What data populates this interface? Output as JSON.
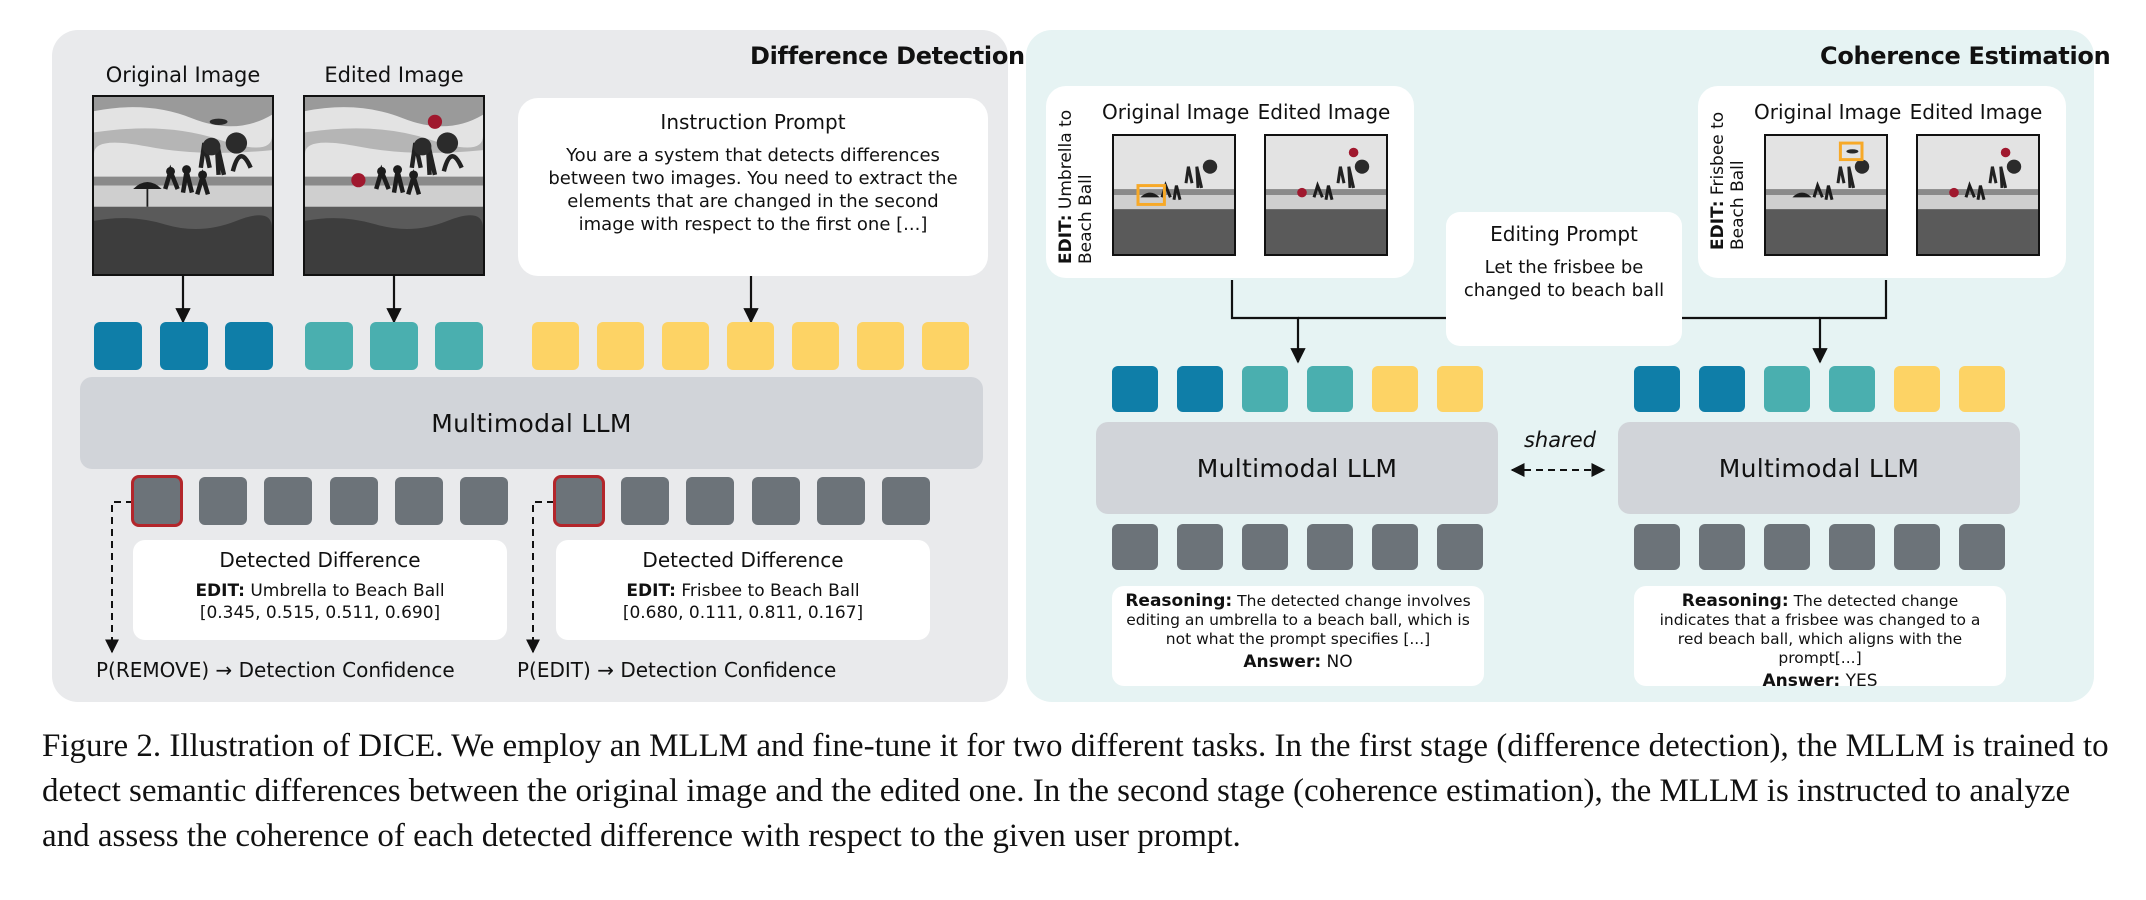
{
  "left_panel": {
    "title": "Difference Detection",
    "original_label": "Original Image",
    "edited_label": "Edited Image",
    "instruction": {
      "title": "Instruction Prompt",
      "text": "You are a system that detects differences between two images. You need to extract the elements that are changed in the second image with respect to the first one [...]"
    },
    "llm_label": "Multimodal LLM",
    "detections": [
      {
        "title": "Detected Difference",
        "edit_prefix": "EDIT:",
        "edit_text": "Umbrella to Beach Ball",
        "bbox": "[0.345, 0.515, 0.511, 0.690]",
        "prob": "P(REMOVE)",
        "arrow": "→",
        "conf": "Detection Confidence"
      },
      {
        "title": "Detected Difference",
        "edit_prefix": "EDIT:",
        "edit_text": "Frisbee to Beach Ball",
        "bbox": "[0.680, 0.111, 0.811, 0.167]",
        "prob": "P(EDIT)",
        "arrow": "→",
        "conf": "Detection Confidence"
      }
    ]
  },
  "right_panel": {
    "title": "Coherence Estimation",
    "original_label": "Original Image",
    "edited_label": "Edited Image",
    "edit_a_prefix": "EDIT:",
    "edit_a_text_line1": "Umbrella to",
    "edit_a_text_line2": "Beach Ball",
    "edit_b_prefix": "EDIT:",
    "edit_b_text_line1": "Frisbee to",
    "edit_b_text_line2": "Beach Ball",
    "editing_prompt": {
      "title": "Editing Prompt",
      "text": "Let the frisbee be changed to beach ball"
    },
    "llm_label": "Multimodal LLM",
    "shared_label": "shared",
    "results": [
      {
        "reasoning_prefix": "Reasoning:",
        "reasoning": "The detected change involves editing an umbrella to a beach ball, which is not what the prompt specifies [...]",
        "answer_prefix": "Answer:",
        "answer": "NO"
      },
      {
        "reasoning_prefix": "Reasoning:",
        "reasoning": "The detected change indicates that a frisbee was changed to a red beach ball, which aligns with the prompt[...]",
        "answer_prefix": "Answer:",
        "answer": "YES"
      }
    ]
  },
  "caption": "Figure 2. Illustration of DICE. We employ an MLLM and fine-tune it for two different tasks. In the first stage (difference detection), the MLLM is trained to detect semantic differences between the original image and the edited one. In the second stage (coherence estimation), the MLLM is instructed to analyze and assess the coherence of each detected difference with respect to the given user prompt.",
  "colors": {
    "token_blue": "#0f7ea8",
    "token_teal": "#4aafaf",
    "token_yellow": "#fdd365",
    "token_gray": "#6c7379",
    "highlight_red": "#b3262b",
    "bbox_orange": "#f7a928",
    "beach_ball_red": "#a0182e"
  }
}
